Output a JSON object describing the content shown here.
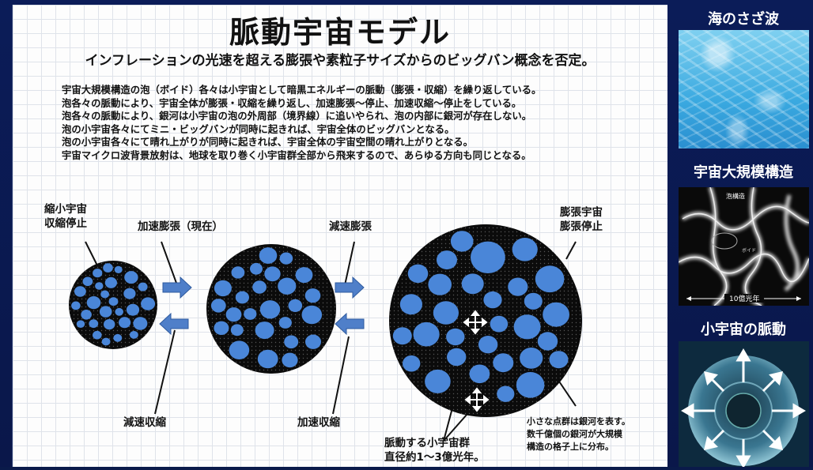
{
  "title": "脈動宇宙モデル",
  "subtitle": "インフレーションの光速を超える膨張や素粒子サイズからのビッグバン概念を否定。",
  "description": [
    "宇宙大規模構造の泡（ボイド）各々は小宇宙として暗黒エネルギーの脈動（膨張・収縮）を繰り返している。",
    "泡各々の脈動により、宇宙全体が膨張・収縮を繰り返し、加速膨張～停止、加速収縮～停止をしている。",
    "泡各々の脈動により、銀河は小宇宙の泡の外周部（境界線）に追いやられ、泡の内部に銀河が存在しない。",
    "泡の小宇宙各々にてミニ・ビッグバンが同時に起きれば、宇宙全体のビッグバンとなる。",
    "泡の小宇宙各々にて晴れ上がりが同時に起きれば、宇宙全体の宇宙空間の晴れ上がりとなる。",
    "宇宙マイクロ波背景放射は、地球を取り巻く小宇宙群全部から飛来するので、あらゆる方向も同じとなる。"
  ],
  "labels": {
    "contracted_line1": "縮小宇宙",
    "contracted_line2": "収縮停止",
    "accel_expansion": "加速膨張（現在）",
    "decel_expansion": "減速膨張",
    "expanded_line1": "膨張宇宙",
    "expanded_line2": "膨張停止",
    "decel_contraction": "減速収縮",
    "accel_contraction": "加速収縮",
    "pulsing_line1": "脈動する小宇宙群",
    "pulsing_line2": "直径約1～3億光年。",
    "galaxy_line1": "小さな点群は銀河を表す。",
    "galaxy_line2": "数千億個の銀河が大規模",
    "galaxy_line3": "構造の格子上に分布。"
  },
  "sidebar": {
    "ocean_title": "海のさざ波",
    "cosmic_title": "宇宙大規模構造",
    "cosmic_inner_label": "泡構造",
    "cosmic_void_label": "ボイド",
    "cosmic_scale": "10億光年",
    "pulse_title": "小宇宙の脈動"
  },
  "colors": {
    "bubble": "#4a86d8",
    "circle_bg": "#0b0b0b",
    "arrow": "#4f7fc9",
    "background": "#0b1c58"
  }
}
